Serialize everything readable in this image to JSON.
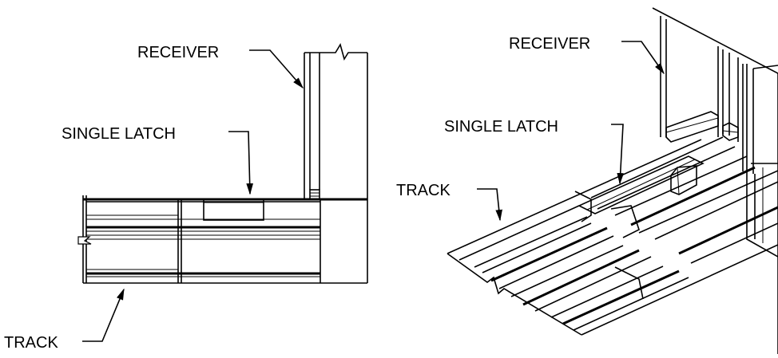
{
  "front_view": {
    "labels": {
      "receiver": "RECEIVER",
      "single_latch": "SINGLE LATCH",
      "track": "TRACK"
    }
  },
  "iso_view": {
    "labels": {
      "receiver": "RECEIVER",
      "single_latch": "SINGLE LATCH",
      "track": "TRACK"
    }
  },
  "colors": {
    "line": "#000000",
    "background": "#ffffff"
  }
}
